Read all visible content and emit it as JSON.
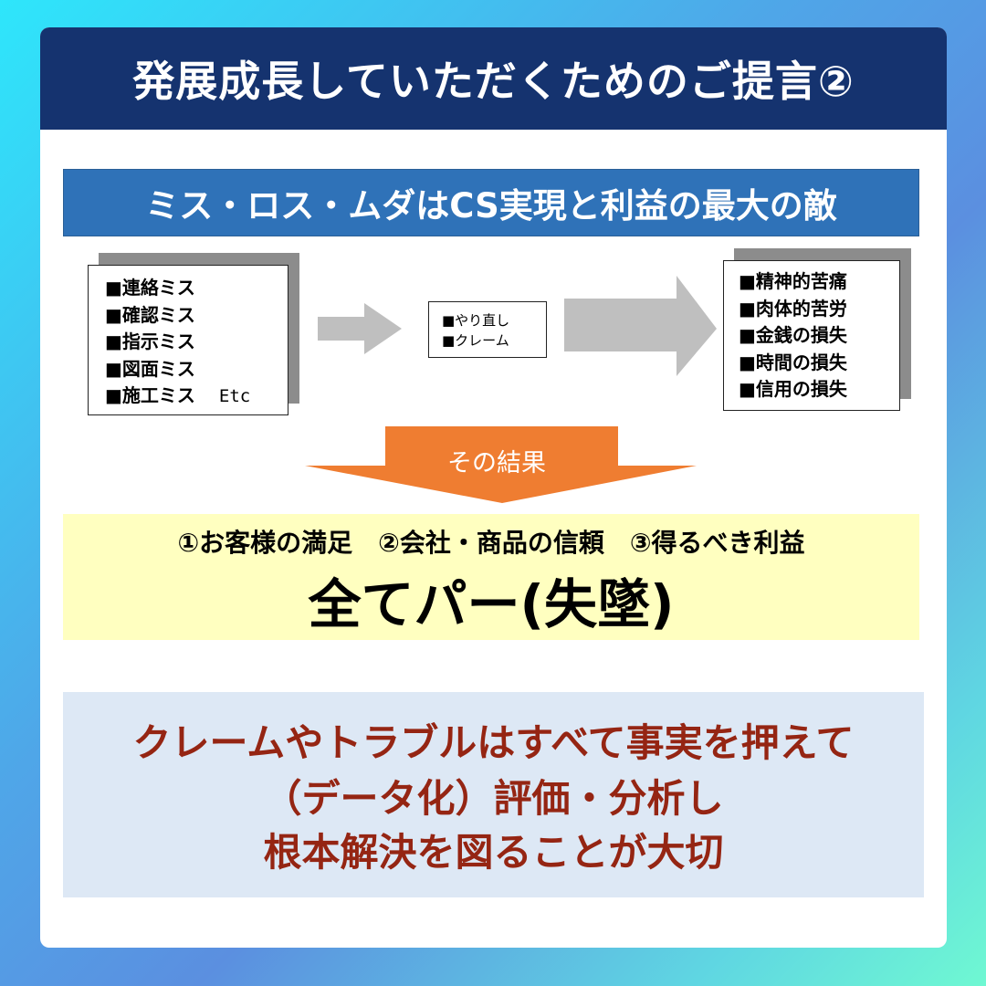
{
  "header": {
    "title": "発展成長していただくためのご提言②"
  },
  "banner": {
    "text": "ミス・ロス・ムダはCS実現と利益の最大の敵"
  },
  "causes": {
    "items": [
      "■連絡ミス",
      "■確認ミス",
      "■指示ミス",
      "■図面ミス",
      "■施工ミス"
    ],
    "etc": "Etc"
  },
  "middle": {
    "items": [
      "■やり直し",
      "■クレーム"
    ]
  },
  "losses": {
    "items": [
      "■精神的苦痛",
      "■肉体的苦労",
      "■金銭の損失",
      "■時間の損失",
      "■信用の損失"
    ]
  },
  "result": {
    "label": "その結果"
  },
  "consequence": {
    "sub": "①お客様の満足　②会社・商品の信頼　③得るべき利益",
    "big": "全てパー(失墜)"
  },
  "message": {
    "line1": "クレームやトラブルはすべて事実を押えて",
    "line2": "（データ化）評価・分析し",
    "line3": "根本解決を図ることが大切"
  },
  "colors": {
    "header_bg": "#15336f",
    "banner_bg": "#2f72b8",
    "arrow_gray": "#bfbfbf",
    "arrow_orange": "#ef7d31",
    "yellow_bg": "#ffffc0",
    "message_bg": "#dde8f5",
    "message_text": "#952513"
  }
}
